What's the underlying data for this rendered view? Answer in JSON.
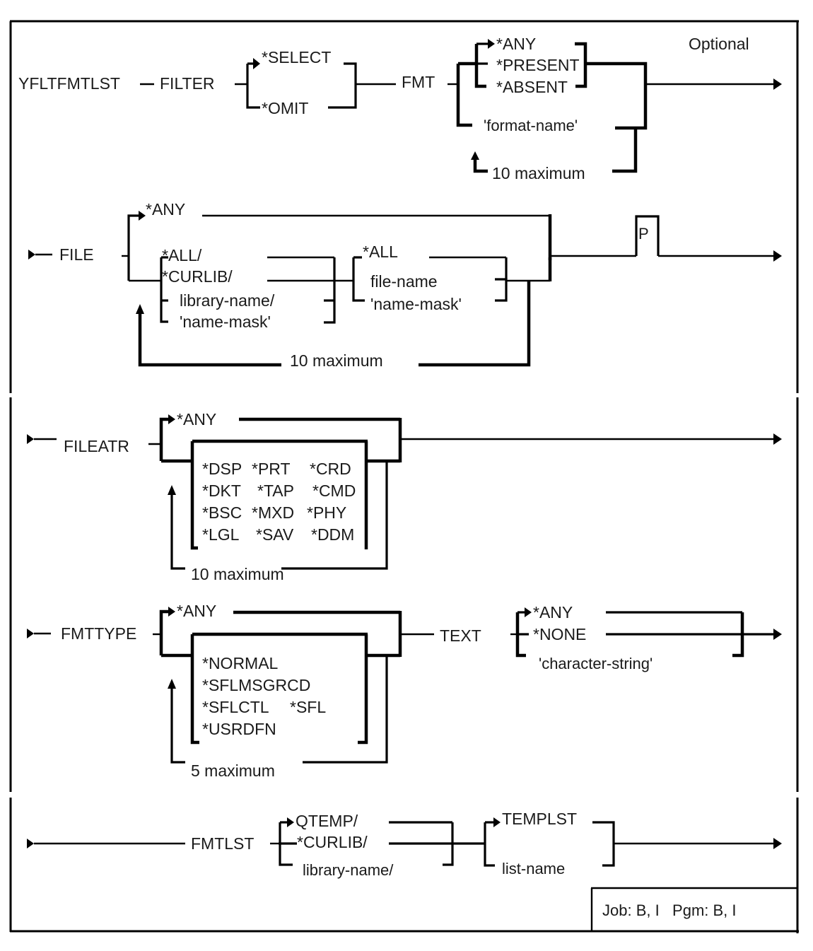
{
  "diagram": {
    "command": "YFLTFMTLST",
    "optional_label": "Optional",
    "filter": {
      "keyword": "FILTER",
      "values": [
        "*SELECT",
        "*OMIT"
      ]
    },
    "fmt": {
      "keyword": "FMT",
      "values": [
        "*ANY",
        "*PRESENT",
        "*ABSENT",
        "'format-name'"
      ],
      "repeat": "10 maximum"
    },
    "file": {
      "keyword": "FILE",
      "default": "*ANY",
      "library_values": [
        "*ALL/",
        "*CURLIB/",
        "library-name/",
        "'name-mask'"
      ],
      "file_values": [
        "*ALL",
        "file-name",
        "'name-mask'"
      ],
      "repeat": "10 maximum",
      "positional_marker": "P"
    },
    "fileatr": {
      "keyword": "FILEATR",
      "default": "*ANY",
      "rows": [
        [
          "*DSP",
          "*PRT",
          "*CRD"
        ],
        [
          "*DKT",
          "*TAP",
          "*CMD"
        ],
        [
          "*BSC",
          "*MXD",
          "*PHY"
        ],
        [
          "*LGL",
          "*SAV",
          "*DDM"
        ]
      ],
      "repeat": "10 maximum"
    },
    "fmttype": {
      "keyword": "FMTTYPE",
      "default": "*ANY",
      "rows": [
        [
          "*NORMAL"
        ],
        [
          "*SFLMSGRCD"
        ],
        [
          "*SFLCTL",
          "*SFL"
        ],
        [
          "*USRDFN"
        ]
      ],
      "repeat": "5 maximum"
    },
    "text": {
      "keyword": "TEXT",
      "values": [
        "*ANY",
        "*NONE",
        "'character-string'"
      ]
    },
    "fmtlst": {
      "keyword": "FMTLST",
      "library_values": [
        "QTEMP/",
        "*CURLIB/",
        "library-name/"
      ],
      "list_values": [
        "TEMPLST",
        "list-name"
      ]
    },
    "threadsafe_box": "Job: B, I   Pgm: B, I"
  }
}
